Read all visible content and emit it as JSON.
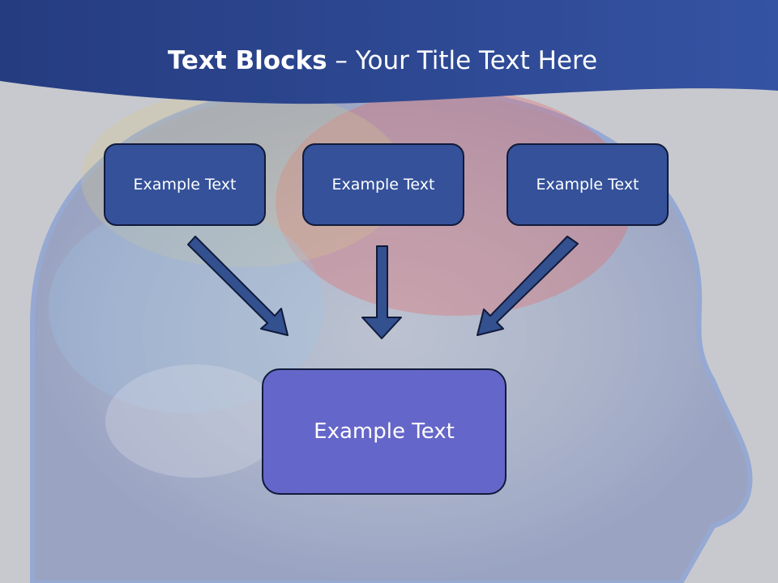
{
  "title": {
    "bold": "Text Blocks",
    "separator": " – ",
    "rest": "Your Title Text Here"
  },
  "blocks": [
    {
      "label": "Example Text"
    },
    {
      "label": "Example Text"
    },
    {
      "label": "Example Text"
    }
  ],
  "result": {
    "label": "Example Text"
  },
  "colors": {
    "header_band": "#2f4a8e",
    "block_fill": "#34519a",
    "result_fill": "#6566c9",
    "arrow_fill": "#33508f",
    "outline": "#111a3a",
    "background": "#c8c9ce"
  },
  "background_image": "translucent-head-brain-illustration"
}
